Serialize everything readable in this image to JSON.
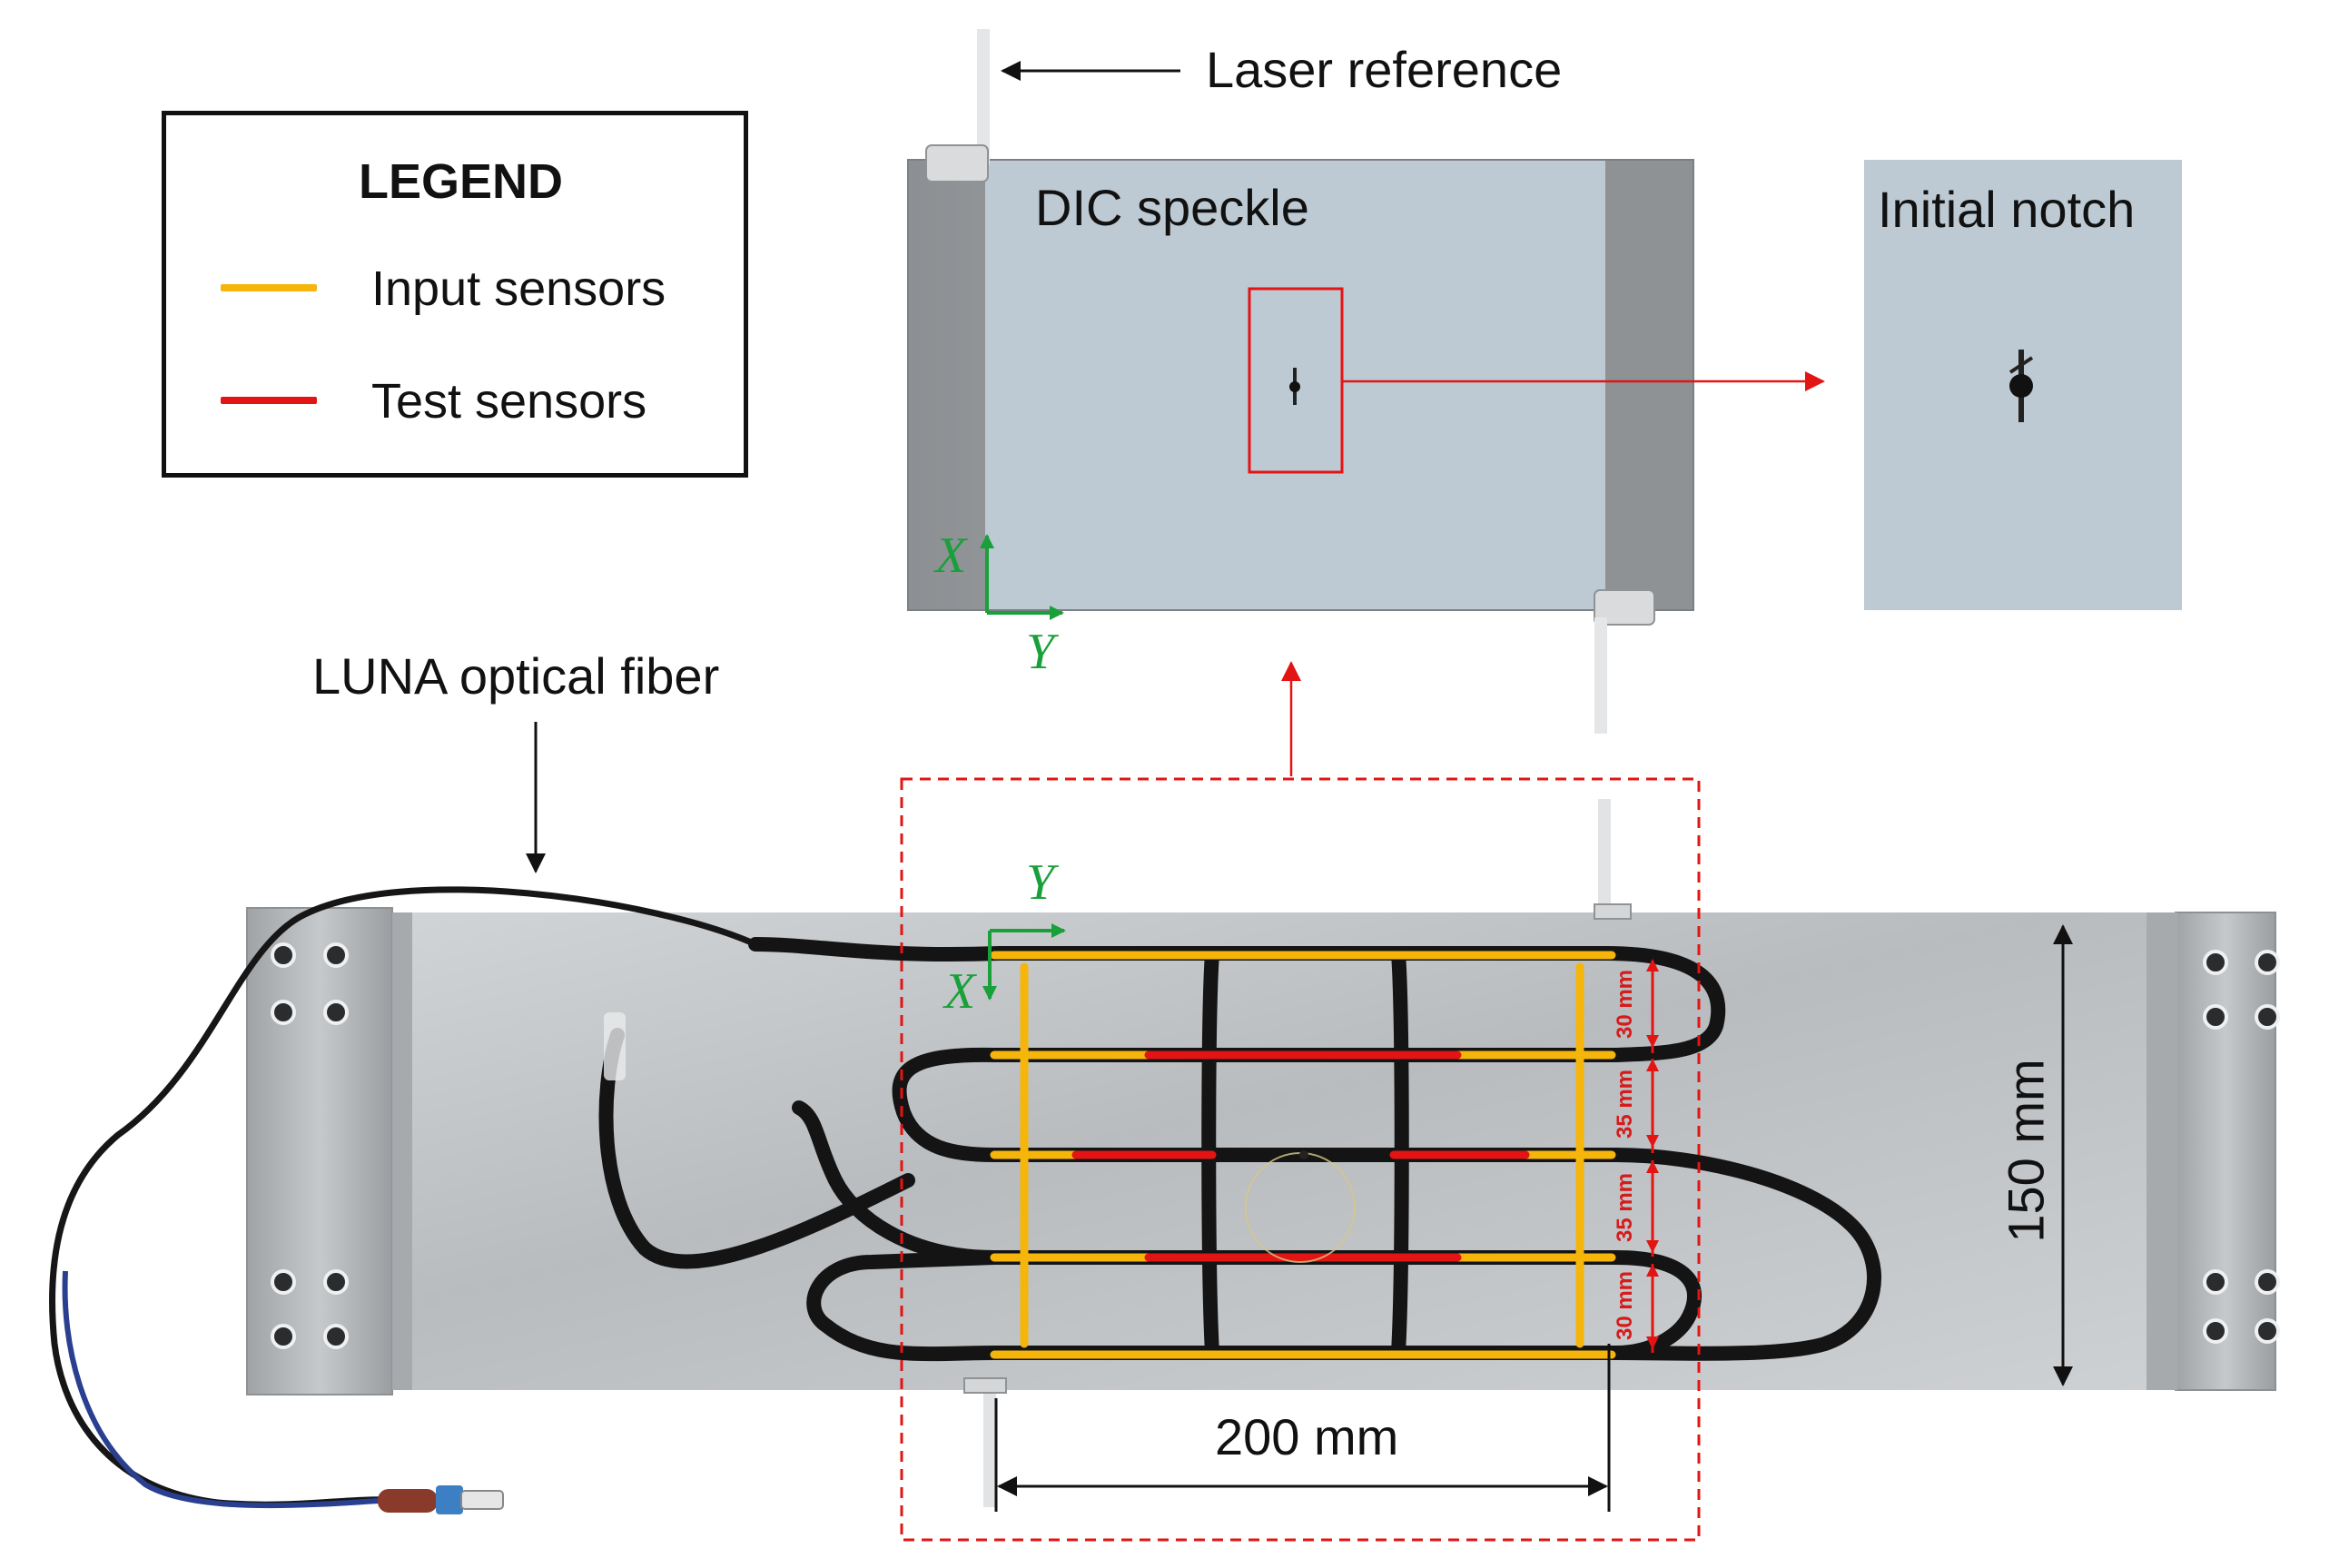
{
  "legend": {
    "title": "LEGEND",
    "items": [
      {
        "label": "Input sensors",
        "color": "#f5b50a"
      },
      {
        "label": "Test sensors",
        "color": "#e31414"
      }
    ]
  },
  "labels": {
    "laser_reference": "Laser reference",
    "dic_speckle": "DIC speckle",
    "initial_notch": "Initial notch",
    "luna_fiber": "LUNA optical fiber",
    "width_dimension": "200 mm",
    "height_dimension": "150 mm",
    "spacing": [
      "30 mm",
      "35 mm",
      "35 mm",
      "30 mm"
    ]
  },
  "axes": {
    "top_x": "X",
    "top_y": "Y",
    "bottom_x": "X",
    "bottom_y": "Y"
  },
  "colors": {
    "input_sensor": "#f5b50a",
    "test_sensor": "#e31414",
    "annotation_red": "#e31414",
    "axis_green": "#1aa03a",
    "plate": "#c9cdd0",
    "speckle": "#bfcdd6",
    "fiber": "#161616"
  }
}
